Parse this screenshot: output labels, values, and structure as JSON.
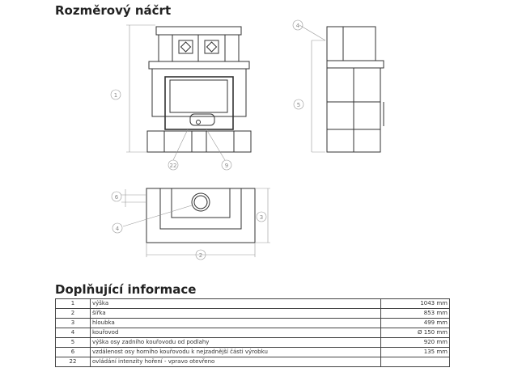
{
  "section1_title": "Rozměrový náčrt",
  "section2_title": "Doplňující informace",
  "callouts": {
    "c1": "1",
    "c22": "22",
    "c9": "9",
    "c4": "4",
    "c5": "5",
    "c6": "6",
    "c3": "3",
    "c2": "2",
    "c4b": "4"
  },
  "rows": [
    {
      "num": "1",
      "desc": "výška",
      "value": "1043 mm"
    },
    {
      "num": "2",
      "desc": "šířka",
      "value": "853 mm"
    },
    {
      "num": "3",
      "desc": "hloubka",
      "value": "499 mm"
    },
    {
      "num": "4",
      "desc": "kouřovod",
      "value": "Ø 150 mm"
    },
    {
      "num": "5",
      "desc": "výška osy zadního kouřovodu od podlahy",
      "value": "920 mm"
    },
    {
      "num": "6",
      "desc": "vzdálenost osy horního kouřovodu k nejzadnější části výrobku",
      "value": "135 mm"
    },
    {
      "num": "22",
      "desc": "ovládání intenzity hoření - vpravo otevřeno",
      "value": ""
    }
  ]
}
